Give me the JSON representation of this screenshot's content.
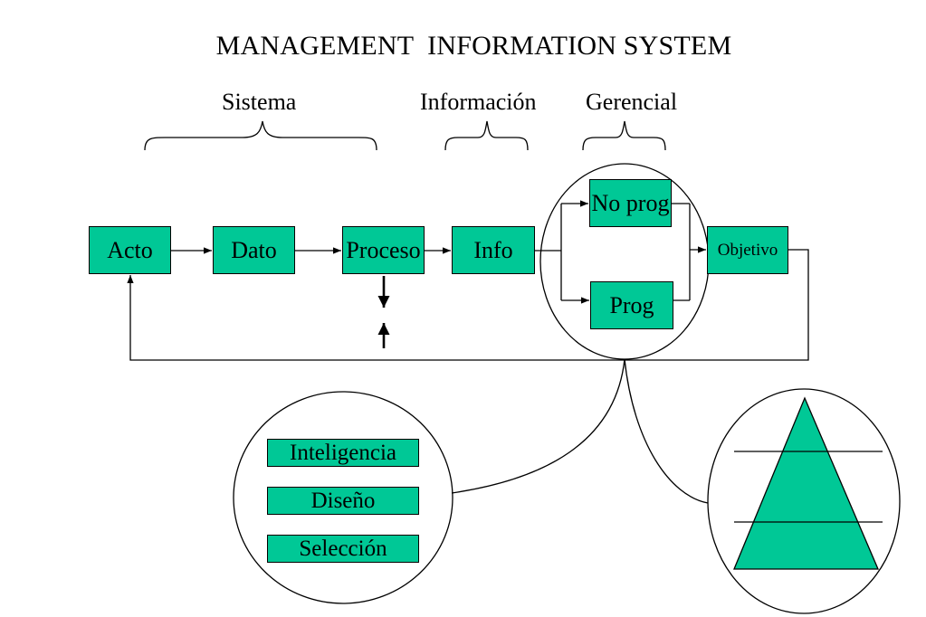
{
  "title": "MANAGEMENT  INFORMATION SYSTEM",
  "brace_labels": {
    "sistema": "Sistema",
    "informacion": "Información",
    "gerencial": "Gerencial"
  },
  "nodes": {
    "acto": "Acto",
    "dato": "Dato",
    "proceso": "Proceso",
    "info": "Info",
    "no_prog": "No prog",
    "prog": "Prog",
    "objetivo": "Objetivo"
  },
  "decision_phases": [
    "Inteligencia",
    "Diseño",
    "Selección"
  ],
  "colors": {
    "box_fill": "#00c896",
    "stroke": "#000000"
  }
}
